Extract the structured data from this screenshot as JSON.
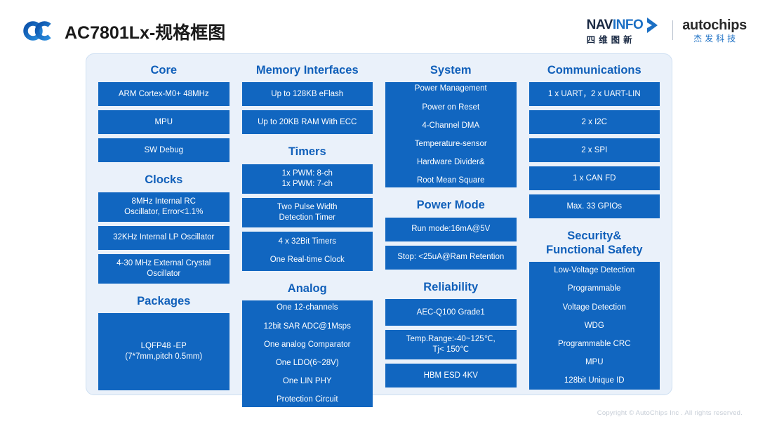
{
  "header": {
    "title": "AC7801Lx-规格框图",
    "logo_icon": "oc-logo-icon",
    "navinfo": {
      "word_part1": "NAV",
      "word_part2": "INFO",
      "chinese": "四维图新",
      "arrow_icon": "chevron-right-icon"
    },
    "autochips": {
      "name": "autochips",
      "chinese": "杰发科技"
    }
  },
  "footer": {
    "copyright": "Copyright © AutoChips Inc . All rights reserved."
  },
  "colors": {
    "panel_bg": "#eaf1fa",
    "box_bg": "#1166c0",
    "heading": "#1160ba",
    "brand_blue": "#1b6fc4"
  },
  "columns": [
    {
      "name": "core",
      "groups": [
        {
          "title": "Core",
          "boxes": [
            {
              "lines": [
                "ARM Cortex-M0+ 48MHz"
              ]
            },
            {
              "lines": [
                "MPU"
              ]
            },
            {
              "lines": [
                "SW Debug"
              ]
            }
          ]
        },
        {
          "title": "Clocks",
          "boxes": [
            {
              "lines": [
                "8MHz Internal RC",
                "Oscillator, Error<1.1%"
              ]
            },
            {
              "lines": [
                "32KHz Internal LP Oscillator"
              ]
            },
            {
              "lines": [
                "4-30 MHz External Crystal",
                "Oscillator"
              ]
            }
          ]
        },
        {
          "title": "Packages",
          "boxes": [
            {
              "lines": [
                "LQFP48 -EP",
                "(7*7mm,pitch 0.5mm)"
              ]
            }
          ]
        }
      ]
    },
    {
      "name": "memory-interfaces",
      "groups": [
        {
          "title": "Memory Interfaces",
          "boxes": [
            {
              "lines": [
                "Up to 128KB eFlash"
              ]
            },
            {
              "lines": [
                "Up to 20KB RAM With ECC"
              ]
            }
          ]
        },
        {
          "title": "Timers",
          "boxes": [
            {
              "lines": [
                "1x PWM: 8-ch",
                "1x PWM: 7-ch"
              ]
            },
            {
              "lines": [
                "Two Pulse Width",
                "Detection Timer"
              ]
            },
            {
              "lines": [
                "4 x 32Bit Timers",
                "One Real-time Clock"
              ]
            }
          ]
        },
        {
          "title": "Analog",
          "boxes": [
            {
              "lines": [
                "One 12-channels",
                "12bit SAR ADC@1Msps",
                "One analog Comparator",
                "One LDO(6~28V)",
                "One LIN PHY",
                "Protection Circuit"
              ]
            }
          ]
        }
      ]
    },
    {
      "name": "system",
      "groups": [
        {
          "title": "System",
          "boxes": [
            {
              "lines": [
                "Power Management",
                "Power on Reset",
                "4-Channel DMA",
                "Temperature-sensor",
                "Hardware Divider&",
                "Root Mean Square"
              ]
            }
          ]
        },
        {
          "title": "Power Mode",
          "boxes": [
            {
              "lines": [
                "Run mode:16mA@5V"
              ]
            },
            {
              "lines": [
                "Stop: <25uA@Ram Retention"
              ]
            }
          ]
        },
        {
          "title": "Reliability",
          "boxes": [
            {
              "lines": [
                "AEC-Q100 Grade1"
              ]
            },
            {
              "lines": [
                "Temp.Range:-40~125℃,",
                "Tj< 150℃"
              ]
            },
            {
              "lines": [
                "HBM ESD  4KV"
              ]
            }
          ]
        }
      ]
    },
    {
      "name": "communications",
      "groups": [
        {
          "title": "Communications",
          "boxes": [
            {
              "lines": [
                "1 x UART，2 x UART-LIN"
              ]
            },
            {
              "lines": [
                "2 x I2C"
              ]
            },
            {
              "lines": [
                "2 x SPI"
              ]
            },
            {
              "lines": [
                "1 x CAN FD"
              ]
            },
            {
              "lines": [
                "Max. 33 GPIOs"
              ]
            }
          ]
        },
        {
          "title": "Security&\nFunctional Safety",
          "boxes": [
            {
              "lines": [
                "Low-Voltage Detection",
                "Programmable",
                "Voltage Detection",
                "WDG",
                "Programmable CRC",
                "MPU",
                "128bit Unique ID"
              ]
            }
          ]
        }
      ]
    }
  ]
}
